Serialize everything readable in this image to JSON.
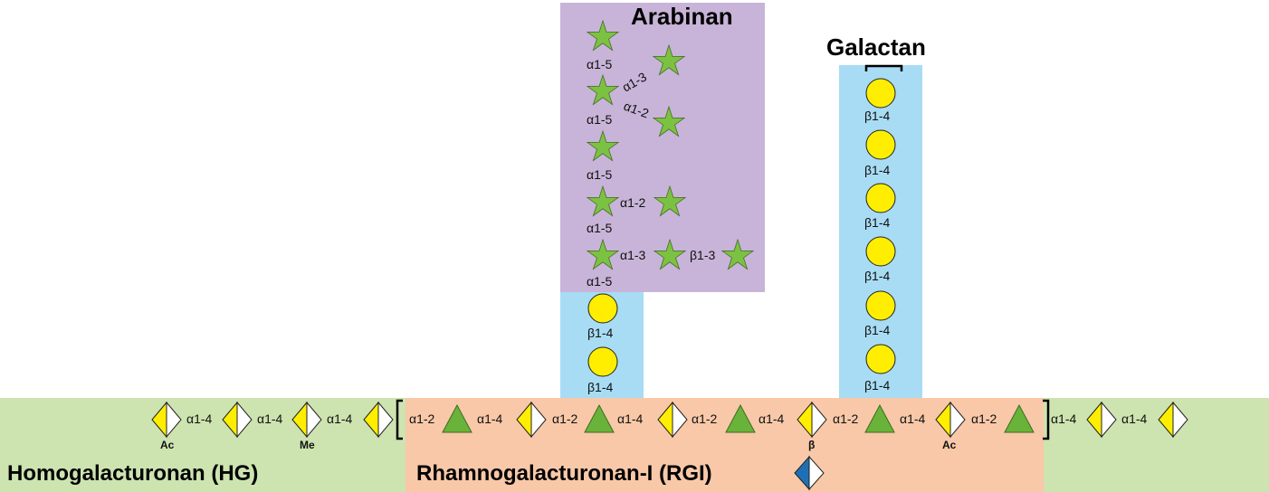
{
  "titles": {
    "arabinan": "Arabinan",
    "galactan": "Galactan",
    "homogalacturonan": "Homogalacturonan (HG)",
    "rgi": "Rhamnogalacturonan-I (RGI)"
  },
  "colors": {
    "hg_band": "#cde3b0",
    "rgi_band": "#f8c8a8",
    "arabinan_box": "#c8b4d8",
    "galactan_box": "#a8dcf4",
    "galactose_yellow": "#ffee00",
    "arabinose_green": "#7cc242",
    "rhamnose_green": "#6ab33a",
    "galacturonic_yellow": "#ffee00",
    "blue_residue": "#1f6fb5"
  },
  "icons": {
    "galactose": "yellow-circle",
    "arabinose": "green-star",
    "rhamnose": "green-triangle",
    "galacturonic_acid": "half-yellow-diamond",
    "branch_residue": "half-blue-diamond"
  },
  "linkages": {
    "hg": [
      "α1-4",
      "α1-4",
      "α1-4"
    ],
    "hg_modifications": [
      "Ac",
      "Me"
    ],
    "rgi": [
      "α1-2",
      "α1-4",
      "α1-2",
      "α1-4",
      "α1-2",
      "α1-4",
      "α1-2",
      "α1-4",
      "α1-2"
    ],
    "rgi_modifications": [
      "β",
      "Ac"
    ],
    "hg_right": [
      "α1-4",
      "α1-4"
    ],
    "arabinan_backbone": [
      "α1-5",
      "α1-5",
      "α1-5",
      "α1-5",
      "α1-5"
    ],
    "arabinan_branches": [
      "α1-3",
      "α1-2",
      "α1-2",
      "α1-3",
      "β1-3"
    ],
    "arabinan_stem": [
      "β1-4",
      "β1-4"
    ],
    "galactan": [
      "β1-4",
      "β1-4",
      "β1-4",
      "β1-4",
      "β1-4",
      "β1-4"
    ]
  }
}
